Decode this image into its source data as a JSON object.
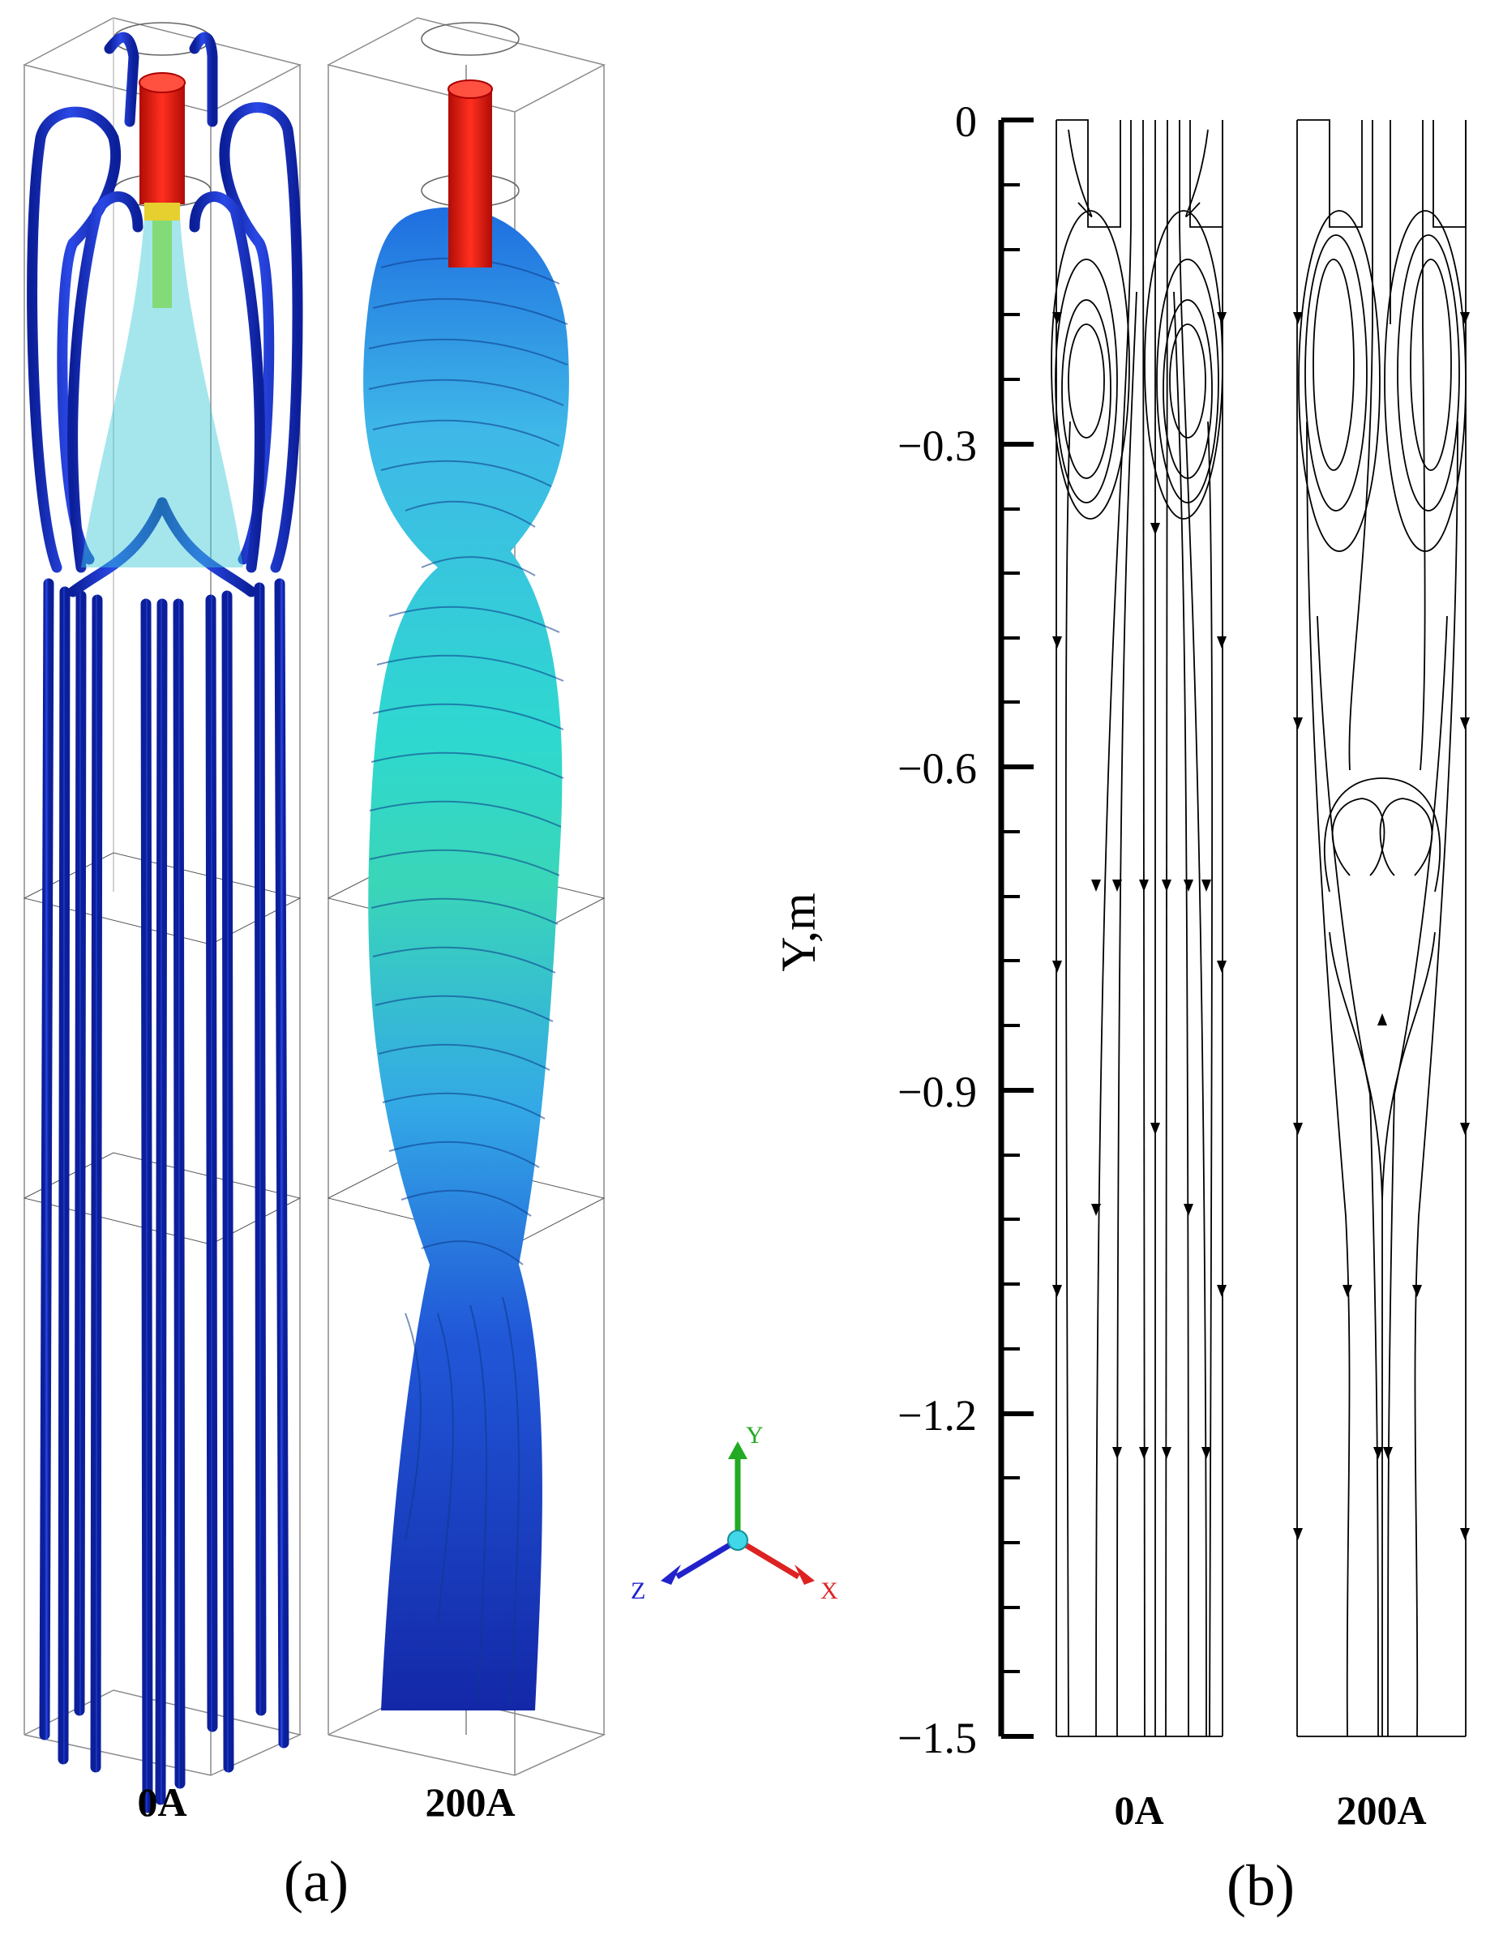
{
  "panel_a": {
    "case_left_label": "0A",
    "case_right_label": "200A",
    "panel_label": "(a)",
    "triad": {
      "y_label": "Y",
      "x_label": "X",
      "z_label": "Z",
      "y_color": "#22aa22",
      "x_color": "#dd2222",
      "z_color": "#2222cc"
    }
  },
  "panel_b": {
    "case_left_label": "0A",
    "case_right_label": "200A",
    "panel_label": "(b)",
    "axis_title": "Y,m",
    "ticks": [
      "0",
      "−0.3",
      "−0.6",
      "−0.9",
      "−1.2",
      "−1.5"
    ]
  },
  "colors": {
    "tube_blue": "#1530c8",
    "tube_cyan": "#35d8e0",
    "nozzle_red": "#ee1a10",
    "box_line": "#8a8a8a"
  }
}
